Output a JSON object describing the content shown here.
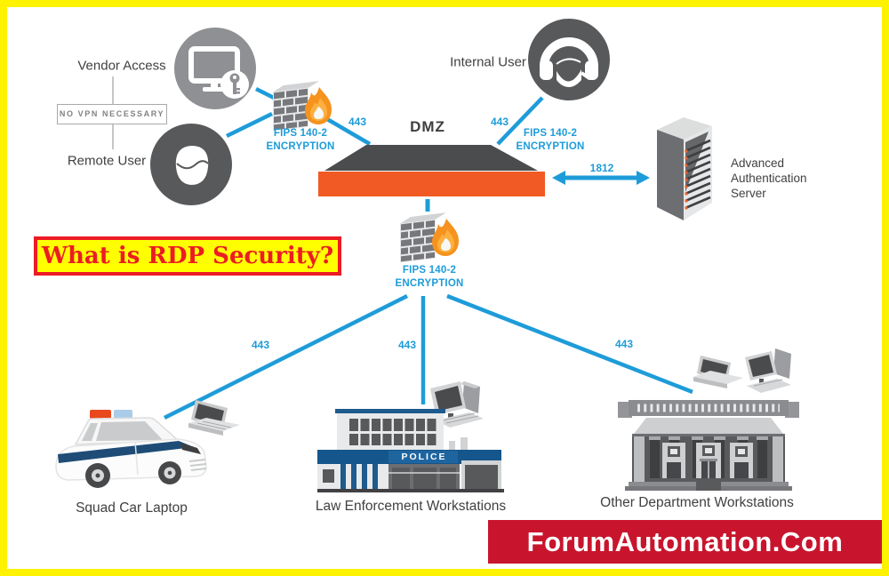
{
  "colors": {
    "frame_yellow": "#FFF200",
    "line_blue": "#1E9CD9",
    "platform_orange": "#F15A24",
    "platform_dark": "#4B4C4E",
    "banner_red": "#C8152D",
    "question_red": "#EC1C24",
    "question_yellow": "#FFFF00",
    "circle_dark": "#58595B",
    "circle_light": "#8E9093",
    "label_dark": "#414042"
  },
  "top_left": {
    "vendor_access": "Vendor Access",
    "no_vpn": "NO VPN NECESSARY",
    "remote_user": "Remote User"
  },
  "top_right": {
    "internal_user": "Internal User",
    "server_label": "Advanced\nAuthentication\nServer"
  },
  "dmz": {
    "label": "DMZ"
  },
  "encryption": {
    "line1": "FIPS 140-2",
    "line2": "ENCRYPTION"
  },
  "ports": {
    "top_left": "443",
    "top_right": "443",
    "bottom_left": "443",
    "bottom_center": "443",
    "bottom_right": "443",
    "auth_server": "1812"
  },
  "question_box": {
    "text": "What is RDP Security?"
  },
  "endpoints": {
    "squad_car": "Squad Car Laptop",
    "law_enforcement": "Law Enforcement Workstations",
    "other_department": "Other Department Workstations",
    "police_sign": "POLICE"
  },
  "watermark": "ForumAutomation.Com"
}
